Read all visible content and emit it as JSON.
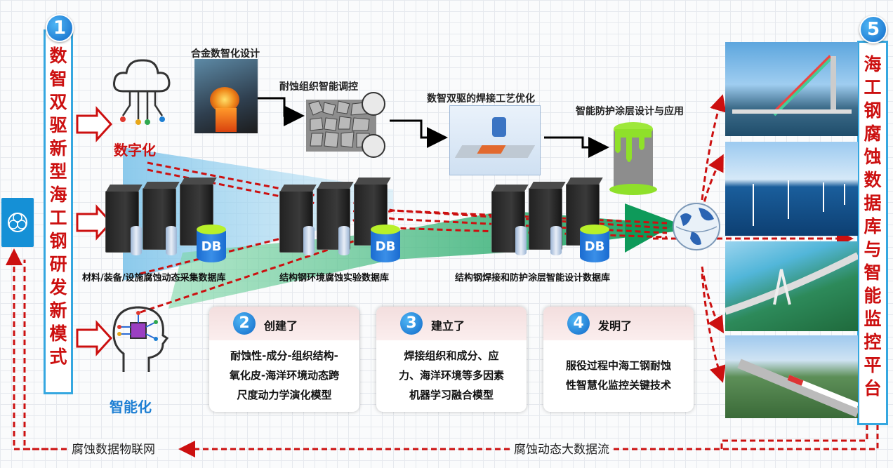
{
  "left_panel": {
    "number": "1",
    "chars": [
      "数",
      "智",
      "双",
      "驱",
      "新",
      "型",
      "海",
      "工",
      "钢",
      "研",
      "发",
      "新",
      "模",
      "式"
    ]
  },
  "right_panel": {
    "number": "5",
    "chars": [
      "海",
      "工",
      "钢",
      "腐",
      "蚀",
      "数",
      "据",
      "库",
      "与",
      "智",
      "能",
      "监",
      "控",
      "平",
      "台"
    ]
  },
  "icons": {
    "cloud": "cloud-network-icon",
    "head": "ai-head-icon",
    "logo": "flower-logo-icon",
    "globe": "globe-icon"
  },
  "labels": {
    "digital": "数字化",
    "intelligent": "智能化",
    "alloy": "合金数智化设计",
    "microstructure": "耐蚀组织智能调控",
    "welding": "数智双驱的焊接工艺优化",
    "coating": "智能防护涂层设计与应用"
  },
  "databases": {
    "db_text": "DB",
    "items": [
      "材料/装备/设施腐蚀动态采集数据库",
      "结构钢环境腐蚀实验数据库",
      "结构钢焊接和防护涂层智能设计数据库"
    ]
  },
  "cards": [
    {
      "num": "2",
      "title": "创建了",
      "lines": [
        "耐蚀性-成分-组织结构-",
        "氧化皮-海洋环境动态跨",
        "尺度动力学演化模型"
      ]
    },
    {
      "num": "3",
      "title": "建立了",
      "lines": [
        "焊接组织和成分、应",
        "力、海洋环境等多因素",
        "机器学习融合模型"
      ]
    },
    {
      "num": "4",
      "title": "发明了",
      "lines": [
        "服役过程中海工钢耐蚀",
        "性智慧化监控关键技术"
      ]
    }
  ],
  "bottom": {
    "iot": "腐蚀数据物联网",
    "bigdata": "腐蚀动态大数据流"
  },
  "colors": {
    "accent_red": "#cc1010",
    "frame_blue": "#35a7e0",
    "teal": "#1aa37a"
  }
}
